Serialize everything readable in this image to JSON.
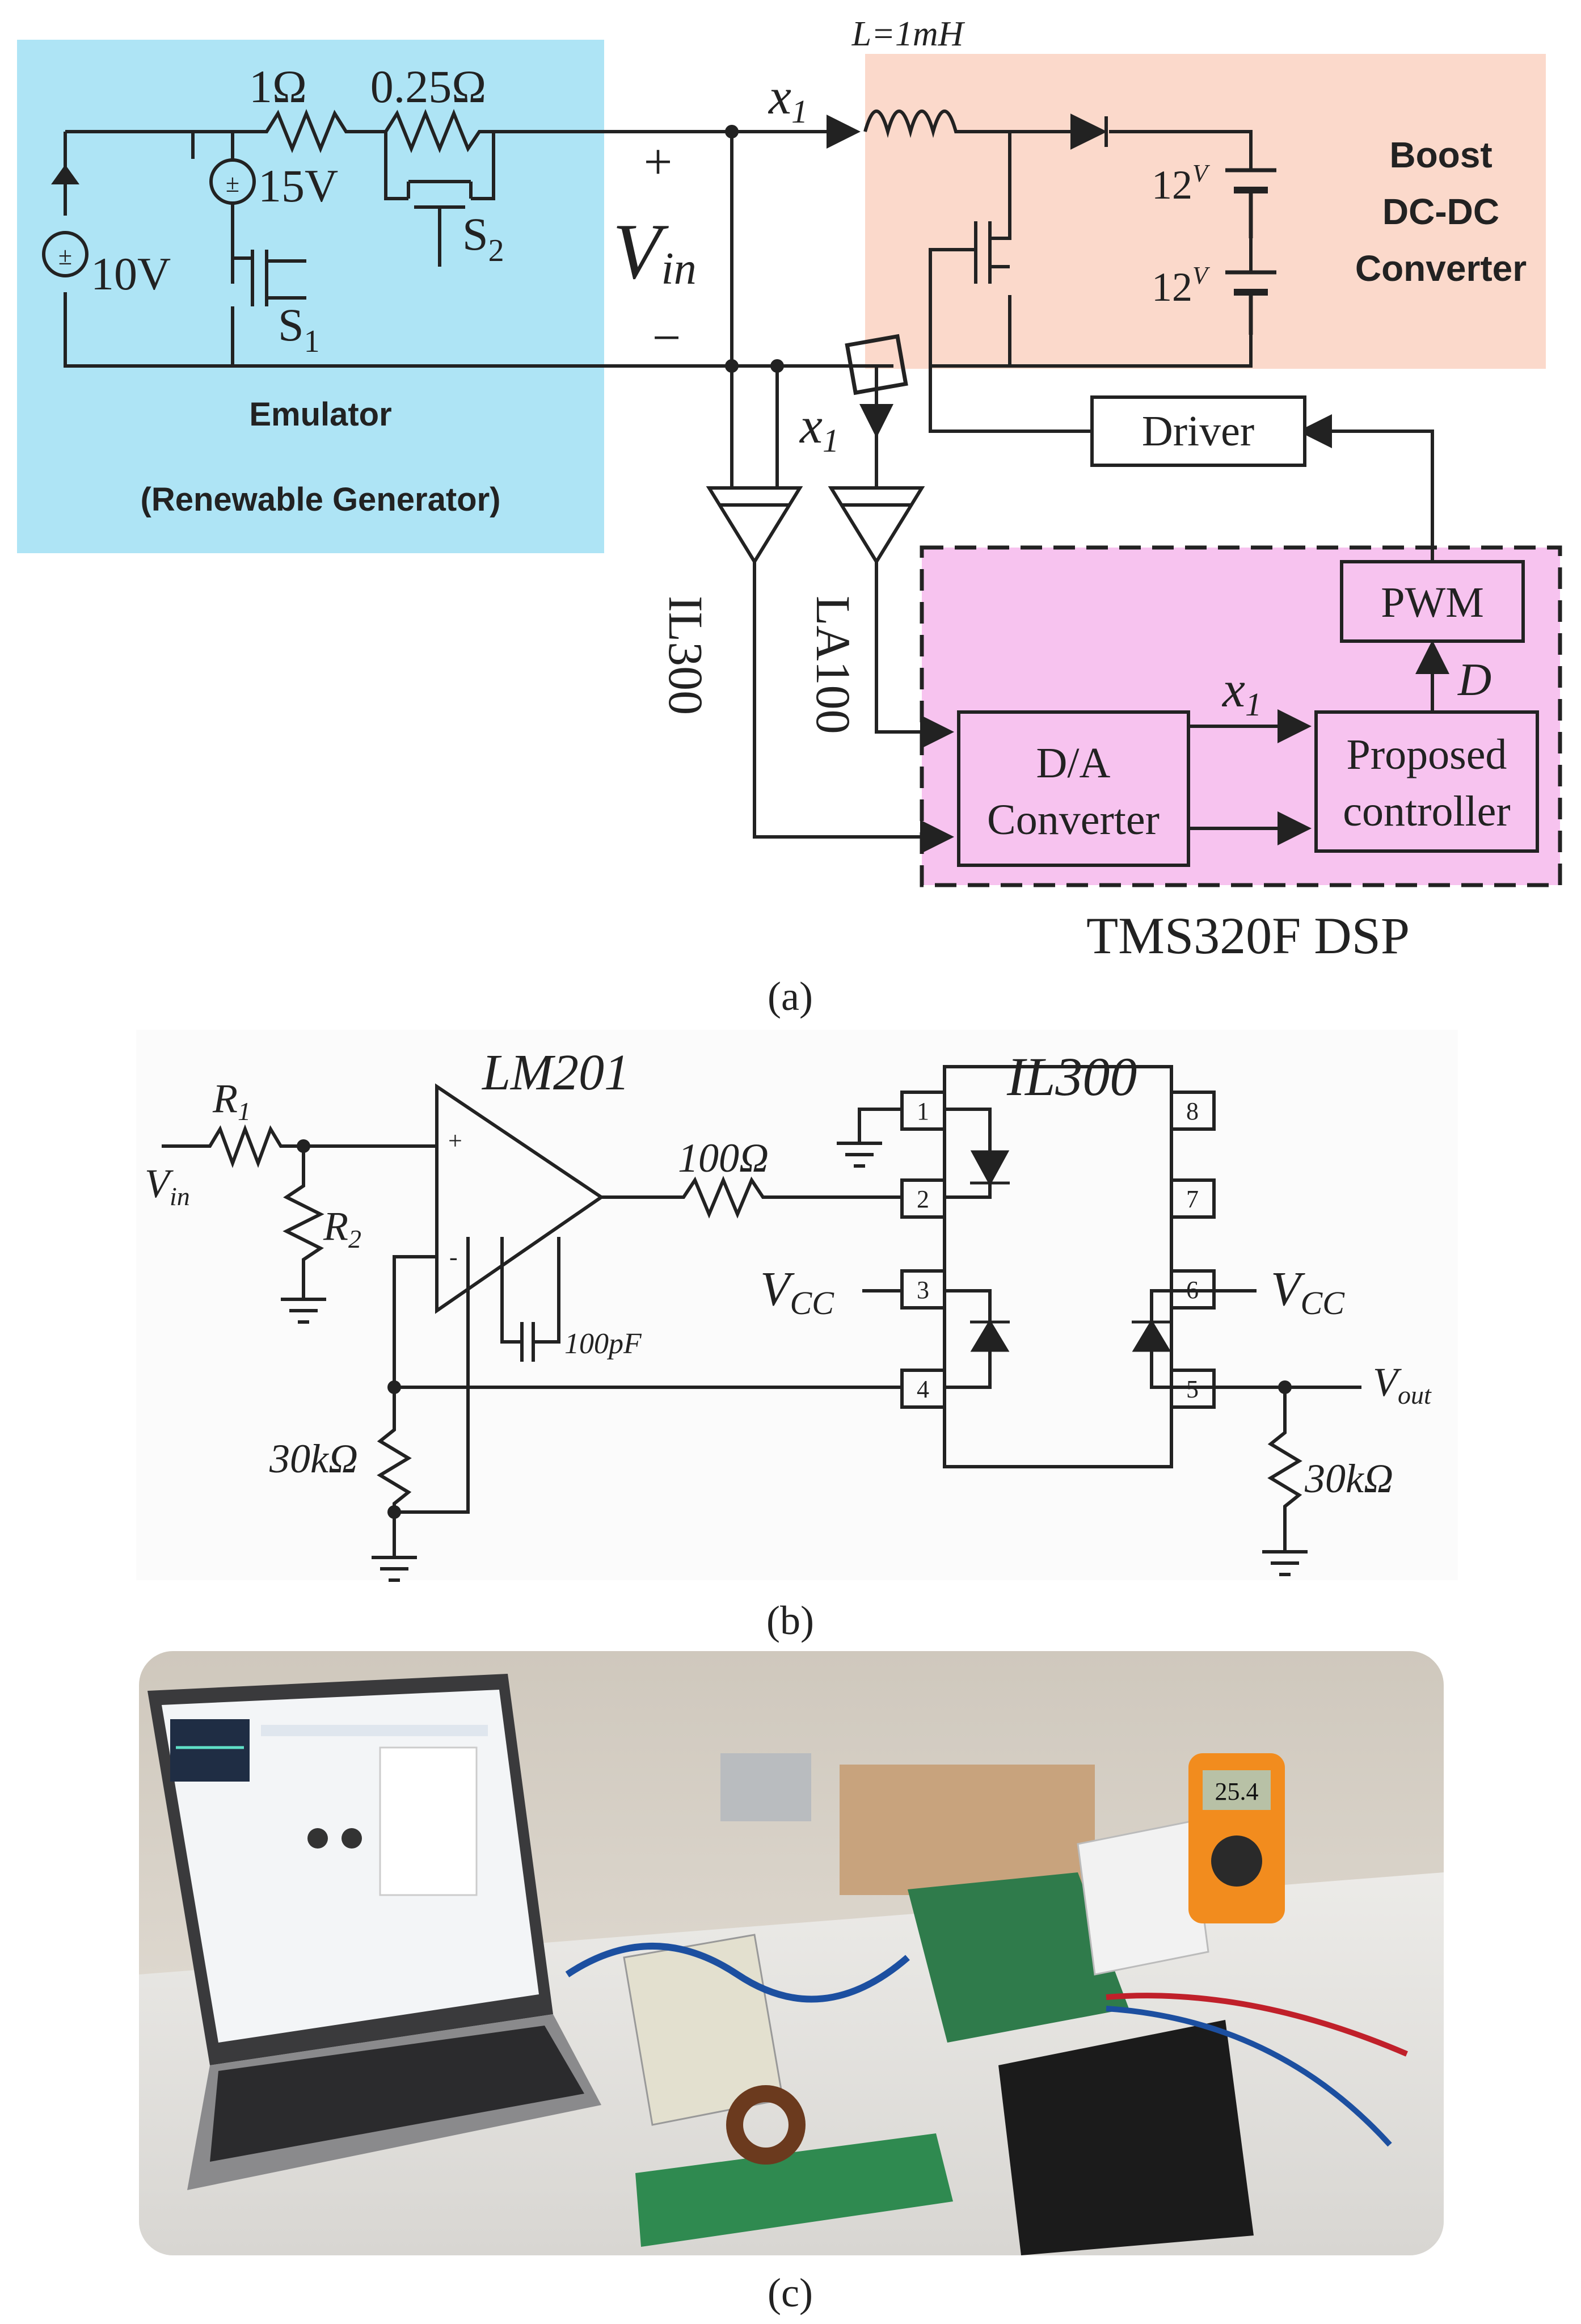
{
  "panel_a": {
    "emulator": {
      "r1": "1Ω",
      "r2": "0.25Ω",
      "v15": "15V",
      "v10": "10V",
      "s1": "S",
      "s1_sub": "1",
      "s2": "S",
      "s2_sub": "2",
      "title": "Emulator",
      "subtitle": "(Renewable Generator)"
    },
    "vin": {
      "plus": "+",
      "label": "V",
      "label_sub": "in",
      "minus": "−"
    },
    "inductor": "L=1mH",
    "x1_top": "x",
    "x1_sub": "1",
    "boost": {
      "line1": "Boost",
      "line2": "DC-DC",
      "line3": "Converter",
      "battery1": "12",
      "battery2": "12",
      "battery_unit": "V"
    },
    "driver": "Driver",
    "sensor_il": "IL300",
    "sensor_la": "LA100",
    "dsp": {
      "pwm": "PWM",
      "d": "D",
      "x1": "x",
      "x1_sub": "1",
      "dac_line1": "D/A",
      "dac_line2": "Converter",
      "ctrl_line1": "Proposed",
      "ctrl_line2": "controller",
      "name": "TMS320F DSP"
    },
    "caption": "(a)"
  },
  "panel_b": {
    "r1": "R",
    "r1_sub": "1",
    "r2": "R",
    "r2_sub": "2",
    "vin": "V",
    "vin_sub": "in",
    "opamp": "LM201",
    "plus": "+",
    "minus": "-",
    "r100": "100Ω",
    "cap": "100pF",
    "r30a": "30kΩ",
    "r30b": "30kΩ",
    "ic": "IL300",
    "pins": [
      "1",
      "2",
      "3",
      "4",
      "5",
      "6",
      "7",
      "8"
    ],
    "vcc": "V",
    "vcc_sub": "CC",
    "vout": "V",
    "vout_sub": "out",
    "caption": "(b)"
  },
  "panel_c": {
    "meter_reading": "25.4",
    "caption": "(c)"
  },
  "colors": {
    "emulator_bg": "#aee4f5",
    "boost_bg": "#fbd9cb",
    "dsp_bg": "#f7c3ef",
    "wire": "#222222"
  }
}
